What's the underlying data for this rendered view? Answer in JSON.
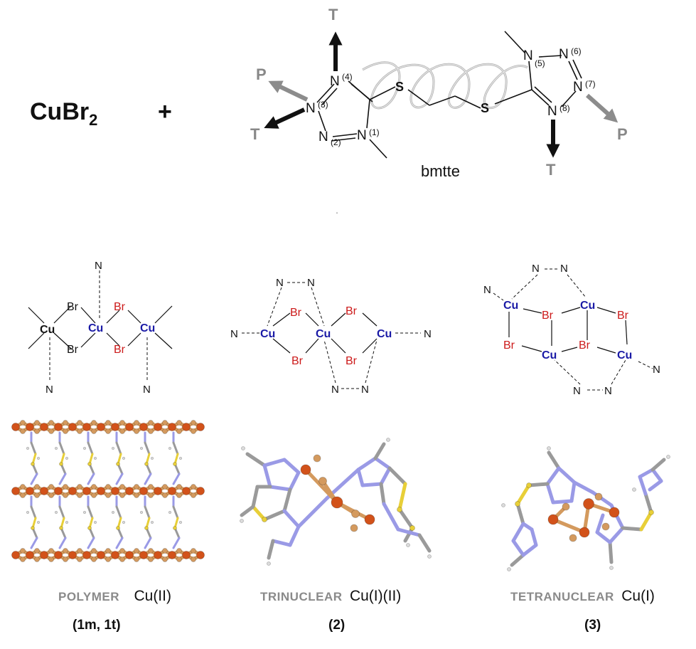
{
  "reagent": {
    "formula_main": "CuBr",
    "formula_sub": "2",
    "plus": "+"
  },
  "ligand": {
    "name": "bmtte",
    "atoms": {
      "n1": "N",
      "n1_num": "(1)",
      "n2": "N",
      "n2_num": "(2)",
      "n3": "N",
      "n3_num": "(3)",
      "n4": "N",
      "n4_num": "(4)",
      "n5": "N",
      "n5_num": "(5)",
      "n6": "N",
      "n6_num": "(6)",
      "n7": "N",
      "n7_num": "(7)",
      "n8": "N",
      "n8_num": "(8)",
      "s": "S"
    },
    "arrow_labels": {
      "t": "T",
      "p": "P"
    }
  },
  "core_labels": {
    "cu": "Cu",
    "br": "Br",
    "n": "N"
  },
  "colors": {
    "cu": "#1a1aa6",
    "br_red": "#cc1a1a",
    "black": "#111111",
    "gray": "#888888",
    "cu_atom": "#d2521a",
    "br_atom": "#d49a5e",
    "n_atom": "#9a9ae6",
    "s_atom": "#e8cf38",
    "c_atom": "#9a9a9a",
    "h_atom": "#dcdcdc"
  },
  "products": [
    {
      "type": "POLYMER",
      "oxidation": "Cu(II)",
      "label": "(1m, 1t)"
    },
    {
      "type": "TRINUCLEAR",
      "oxidation": "Cu(I)(II)",
      "label": "(2)"
    },
    {
      "type": "TETRANUCLEAR",
      "oxidation": "Cu(I)",
      "label": "(3)"
    }
  ]
}
